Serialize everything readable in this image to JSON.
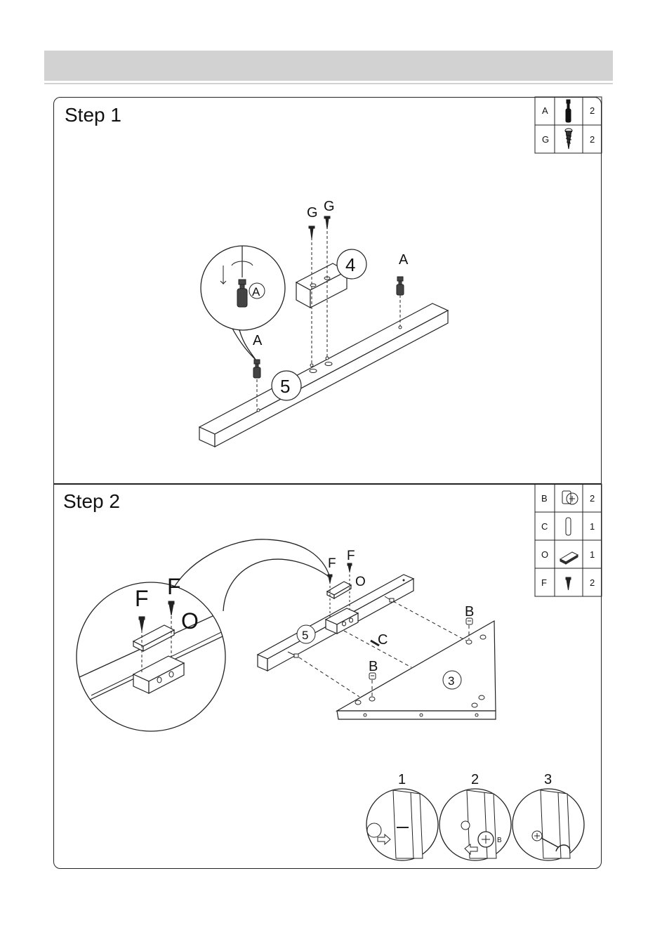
{
  "steps": [
    {
      "title": "Step 1",
      "parts": [
        {
          "letter": "A",
          "icon": "cam-bolt-icon",
          "qty": "2"
        },
        {
          "letter": "G",
          "icon": "wood-screw-icon",
          "qty": "2"
        }
      ],
      "callouts": {
        "part_a_top": "A",
        "part_a_left": "A",
        "part_g1": "G",
        "part_g2": "G",
        "circled_a": "A",
        "panel_4": "4",
        "panel_5": "5"
      }
    },
    {
      "title": "Step 2",
      "parts": [
        {
          "letter": "B",
          "icon": "cam-lock-icon",
          "qty": "2"
        },
        {
          "letter": "C",
          "icon": "dowel-icon",
          "qty": "1"
        },
        {
          "letter": "O",
          "icon": "bracket-icon",
          "qty": "1"
        },
        {
          "letter": "F",
          "icon": "small-screw-icon",
          "qty": "2"
        }
      ],
      "callouts": {
        "zoom_f1": "F",
        "zoom_f2": "F",
        "zoom_o": "O",
        "f1": "F",
        "f2": "F",
        "o": "O",
        "c": "C",
        "b_top": "B",
        "b_bottom": "B",
        "panel_3": "3",
        "panel_5": "5"
      },
      "cam_steps": [
        "1",
        "2",
        "3"
      ],
      "cam_label": "B"
    }
  ]
}
